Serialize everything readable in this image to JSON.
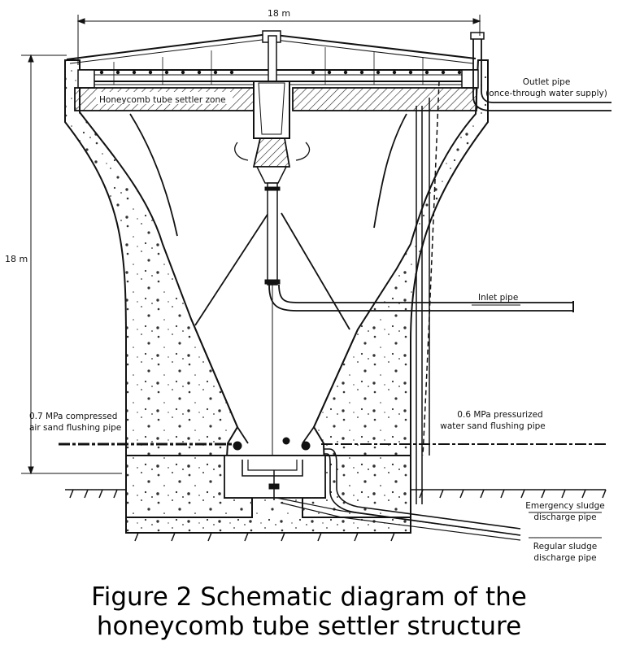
{
  "dimensions": {
    "width": "18 m",
    "height": "18 m"
  },
  "labels": {
    "outlet_pipe": "Outlet pipe",
    "outlet_pipe_note": "(once-through water supply)",
    "honeycomb_zone": "Honeycomb tube settler zone",
    "inlet_pipe": "Inlet pipe",
    "compressed_air_1": "0.7 MPa compressed",
    "compressed_air_2": "air sand flushing pipe",
    "pressurized_water_1": "0.6 MPa pressurized",
    "pressurized_water_2": "water sand flushing pipe",
    "emergency_sludge_1": "Emergency sludge",
    "emergency_sludge_2": "discharge pipe",
    "regular_sludge_1": "Regular sludge",
    "regular_sludge_2": "discharge pipe"
  },
  "caption": {
    "line1": "Figure 2 Schematic diagram of the",
    "line2": "honeycomb tube settler structure"
  }
}
